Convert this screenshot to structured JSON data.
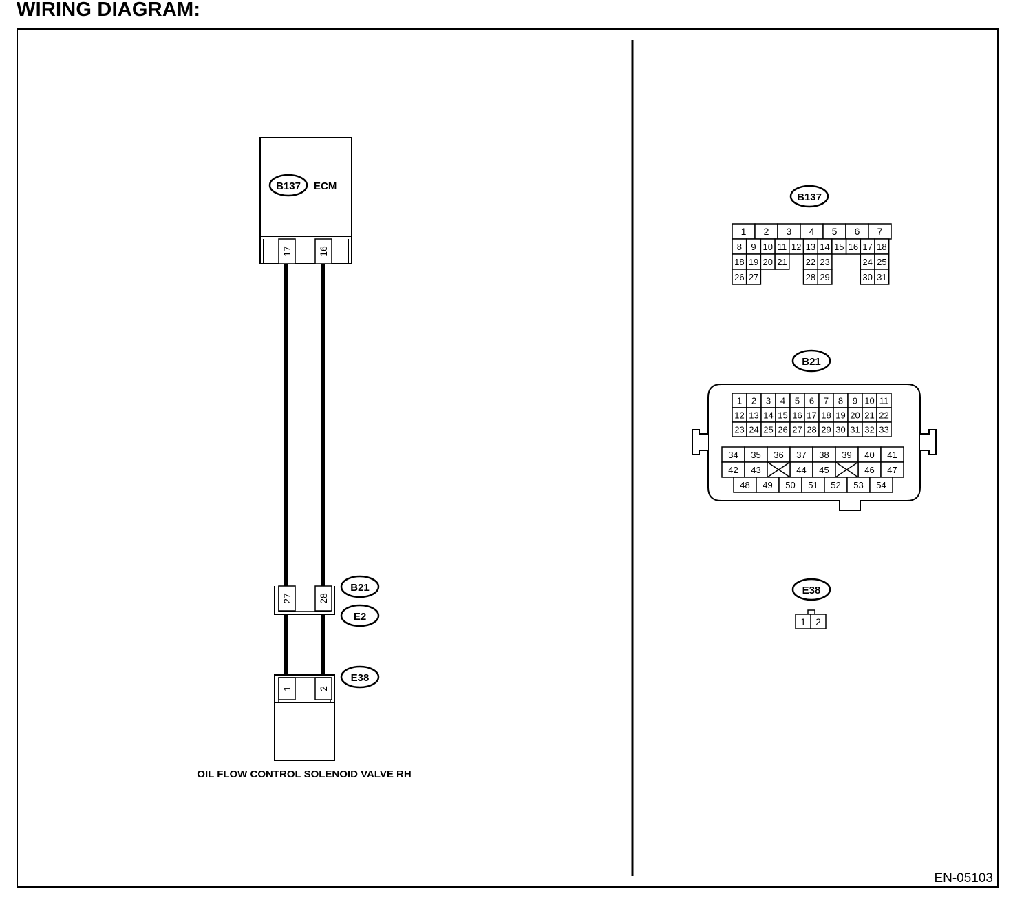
{
  "title": "WIRING DIAGRAM:",
  "ecm": {
    "label": "ECM",
    "connector": "B137",
    "pins": [
      "17",
      "16"
    ]
  },
  "joint": {
    "connector_top": "B21",
    "connector_bottom": "E2",
    "pins": [
      "27",
      "28"
    ]
  },
  "solenoid": {
    "connector": "E38",
    "pins": [
      "1",
      "2"
    ],
    "label": "OIL FLOW CONTROL SOLENOID VALVE RH"
  },
  "views": {
    "b137": {
      "name": "B137",
      "pins": [
        "1",
        "2",
        "3",
        "4",
        "5",
        "6",
        "7",
        "8",
        "9",
        "10",
        "11",
        "12",
        "13",
        "14",
        "15",
        "16",
        "17",
        "18",
        "19",
        "20",
        "21",
        "22",
        "23",
        "24",
        "25",
        "26",
        "27",
        "28",
        "29",
        "30",
        "31"
      ]
    },
    "b21": {
      "name": "B21",
      "pins": [
        "1",
        "2",
        "3",
        "4",
        "5",
        "6",
        "7",
        "8",
        "9",
        "10",
        "11",
        "12",
        "13",
        "14",
        "15",
        "16",
        "17",
        "18",
        "19",
        "20",
        "21",
        "22",
        "23",
        "24",
        "25",
        "26",
        "27",
        "28",
        "29",
        "30",
        "31",
        "32",
        "33",
        "34",
        "35",
        "36",
        "37",
        "38",
        "39",
        "40",
        "41",
        "42",
        "43",
        "44",
        "45",
        "46",
        "47",
        "48",
        "49",
        "50",
        "51",
        "52",
        "53",
        "54"
      ]
    },
    "e38": {
      "name": "E38",
      "pins": [
        "1",
        "2"
      ]
    }
  },
  "ref_code": "EN-05103"
}
